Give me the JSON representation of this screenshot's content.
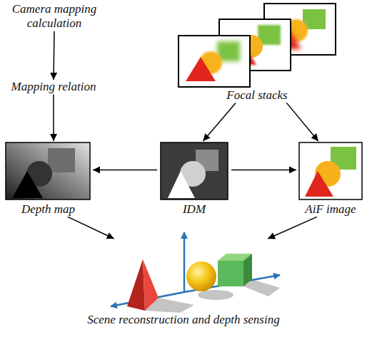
{
  "diagram": {
    "nodes": [
      {
        "text": [
          "Camera mapping calculation"
        ]
      },
      {
        "text": [
          "Focal stacks"
        ]
      },
      {
        "text": [
          "Mapping relation"
        ]
      },
      {
        "text": [
          "Depth map"
        ]
      },
      {
        "text": [
          "IDM"
        ]
      },
      {
        "text": [
          "AiF image"
        ]
      },
      {
        "text": [
          "Scene reconstruction and depth sensing"
        ]
      }
    ],
    "edges": [
      {
        "from": 0,
        "to": 2,
        "arrow": "to"
      },
      {
        "from": 2,
        "to": 3,
        "arrow": "to"
      },
      {
        "from": 1,
        "to": 4,
        "arrow": "to"
      },
      {
        "from": 1,
        "to": 5,
        "arrow": "to"
      },
      {
        "from": 4,
        "to": 3,
        "arrow": "to"
      },
      {
        "from": 4,
        "to": 5,
        "arrow": "to"
      },
      {
        "from": 3,
        "to": 6,
        "arrow": "to"
      },
      {
        "from": 5,
        "to": 6,
        "arrow": "to"
      }
    ]
  }
}
